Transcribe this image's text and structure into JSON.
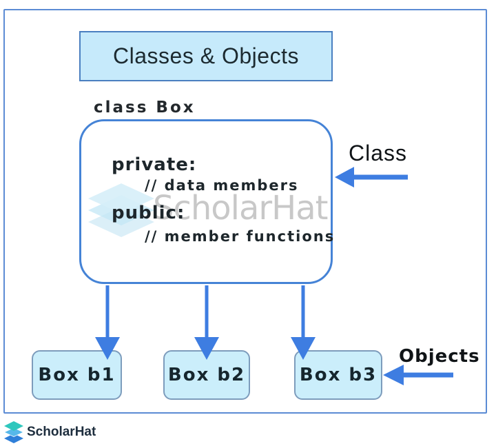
{
  "diagram": {
    "title": "Classes & Objects",
    "class_definition_label": "class Box",
    "class_box": {
      "private_label": "private:",
      "private_comment": "// data members",
      "public_label": "public:",
      "public_comment": "// member functions"
    },
    "annotations": {
      "class_pointer": "Class",
      "objects_pointer": "Objects"
    },
    "objects": [
      {
        "label": "Box b1"
      },
      {
        "label": "Box b2"
      },
      {
        "label": "Box b3"
      }
    ],
    "watermark_text": "ScholarHat",
    "footer_brand": "ScholarHat"
  },
  "colors": {
    "frame_border": "#5b8bd4",
    "arrow_blue": "#3e7de1",
    "class_box_border": "#4583d6",
    "title_fill": "#c6eafb",
    "title_border": "#4a7fc0",
    "object_fill": "#cbeefb",
    "object_border": "#7d9cbc",
    "dark_text": "#16262e",
    "watermark_gray": "#c8c8c8",
    "watermark_blue": "#cfeaf6",
    "logo_teal": "#2fc7bd",
    "logo_mid_blue": "#57b8ea",
    "logo_blue": "#2f7fd9"
  }
}
